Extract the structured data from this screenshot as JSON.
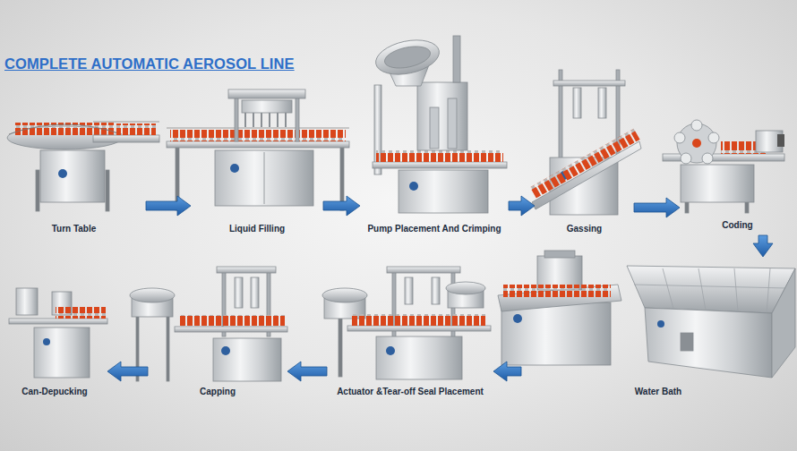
{
  "diagram": {
    "title": "COMPLETE AUTOMATIC AEROSOL LINE",
    "nodes": [
      {
        "text": [
          "Turn Table"
        ]
      },
      {
        "text": [
          "Liquid Filling"
        ]
      },
      {
        "text": [
          "Pump Placement And Crimping"
        ]
      },
      {
        "text": [
          "Gassing"
        ]
      },
      {
        "text": [
          "Coding"
        ]
      },
      {
        "text": [
          "Water Bath"
        ]
      },
      {
        "text": [
          "Actuator &Tear-off Seal Placement"
        ]
      },
      {
        "text": [
          "Capping"
        ]
      },
      {
        "text": [
          "Can-Depucking"
        ]
      }
    ],
    "edges": [
      {
        "from": 0,
        "to": 1,
        "arrow": "to"
      },
      {
        "from": 1,
        "to": 2,
        "arrow": "to"
      },
      {
        "from": 2,
        "to": 3,
        "arrow": "to"
      },
      {
        "from": 3,
        "to": 4,
        "arrow": "to"
      },
      {
        "from": 4,
        "to": 5,
        "arrow": "to"
      },
      {
        "from": 5,
        "to": 6,
        "arrow": "to"
      },
      {
        "from": 6,
        "to": 7,
        "arrow": "to"
      },
      {
        "from": 7,
        "to": 8,
        "arrow": "to"
      }
    ]
  }
}
